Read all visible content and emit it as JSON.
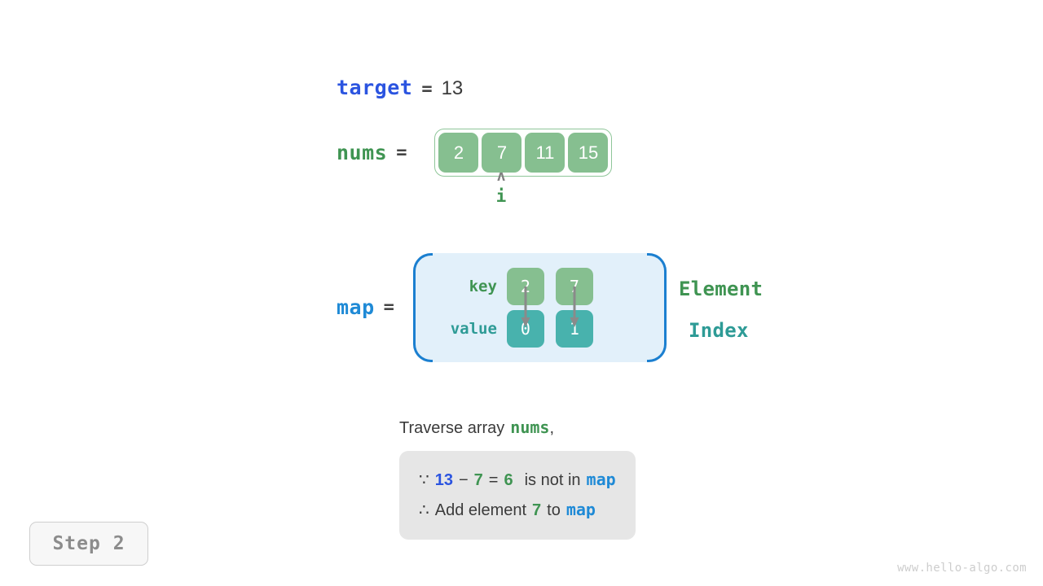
{
  "target": {
    "name": "target",
    "equals": "=",
    "value": "13"
  },
  "nums": {
    "name": "nums",
    "equals": "=",
    "cells": [
      "2",
      "7",
      "11",
      "15"
    ],
    "pointer": {
      "caret": "ʌ",
      "label": "i",
      "index": 1
    }
  },
  "map": {
    "name": "map",
    "equals": "=",
    "key_label": "key",
    "value_label": "value",
    "entries": [
      {
        "key": "2",
        "value": "0"
      },
      {
        "key": "7",
        "value": "1"
      }
    ],
    "side_labels": {
      "element": "Element",
      "index": "Index"
    }
  },
  "explanation": {
    "title_prefix": "Traverse array",
    "title_keyword": "nums",
    "title_suffix": ",",
    "line1": {
      "because_symbol": "∵",
      "a": "13",
      "minus": "−",
      "b": "7",
      "equals": "=",
      "result": "6",
      "text": "is not in",
      "map": "map"
    },
    "line2": {
      "therefore_symbol": "∴",
      "text_before": "Add element",
      "element": "7",
      "text_middle": "to",
      "map": "map"
    }
  },
  "step_badge": {
    "label": "Step 2"
  },
  "watermark": {
    "text": "www.hello-algo.com"
  },
  "colors": {
    "target_blue": "#2b54e0",
    "map_blue": "#1f8ad6",
    "green": "#3f9452",
    "teal": "#2e9b96",
    "cell_green": "#86bf90",
    "cell_teal": "#48b2ad",
    "box_bg": "#e2f0fa",
    "bracket": "#1b7fd0",
    "explain_bg": "#e6e6e6",
    "arrow_gray": "#8a8a8a"
  }
}
